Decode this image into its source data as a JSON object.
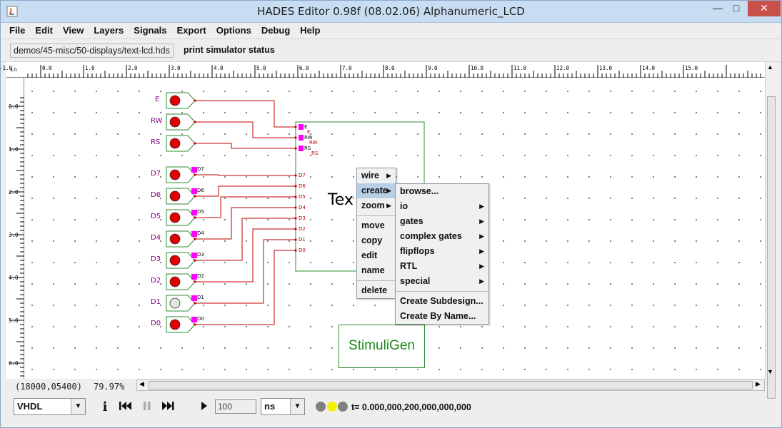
{
  "window": {
    "title": "HADES Editor 0.98f (08.02.06)   Alphanumeric_LCD",
    "min_glyph": "—",
    "max_glyph": "□",
    "close_glyph": "✕"
  },
  "menubar": [
    "File",
    "Edit",
    "View",
    "Layers",
    "Signals",
    "Export",
    "Options",
    "Debug",
    "Help"
  ],
  "pathbar": {
    "path": "demos/45-misc/50-displays/text-lcd.hds",
    "status_label": "print simulator status"
  },
  "ruler": {
    "unit": "in",
    "top_ticks": [
      "-1.0",
      "0.0",
      "1.0",
      "2.0",
      "3.0",
      "4.0",
      "5.0",
      "6.0",
      "7.0",
      "8.0",
      "9.0",
      "10.0",
      "11.0",
      "12.0",
      "13.0",
      "14.0",
      "15.0"
    ],
    "left_ticks": [
      "0.0",
      "1.0",
      "2.0",
      "3.0",
      "4.0",
      "5.0",
      "6.0"
    ]
  },
  "schematic": {
    "inputs": [
      {
        "label": "E",
        "state": "high"
      },
      {
        "label": "RW",
        "state": "high"
      },
      {
        "label": "RS",
        "state": "high"
      },
      {
        "label": "D7",
        "state": "high",
        "tag": "D7"
      },
      {
        "label": "D6",
        "state": "high",
        "tag": "D6"
      },
      {
        "label": "D5",
        "state": "high",
        "tag": "D5"
      },
      {
        "label": "D4",
        "state": "high",
        "tag": "D4"
      },
      {
        "label": "D3",
        "state": "high",
        "tag": "D3"
      },
      {
        "label": "D2",
        "state": "high",
        "tag": "D2"
      },
      {
        "label": "D1",
        "state": "low",
        "tag": "D1"
      },
      {
        "label": "D0",
        "state": "high",
        "tag": "D0"
      }
    ],
    "lcd_pins": [
      "E",
      "RW",
      "RS",
      "D7",
      "D6",
      "D5",
      "D4",
      "D3",
      "D2",
      "D1",
      "D0"
    ],
    "lcd_text": "Tex",
    "stimuli_label": "StimuliGen",
    "colors": {
      "wire": "#c00000",
      "box": "#2e8b2e",
      "led_on": "#e00000",
      "pin": "#ff00ff"
    }
  },
  "context_menu": {
    "items": [
      {
        "label": "wire",
        "has_sub": true
      },
      {
        "label": "create",
        "has_sub": true,
        "selected": true
      },
      {
        "label": "zoom",
        "has_sub": true
      },
      {
        "label": "move"
      },
      {
        "label": "copy"
      },
      {
        "label": "edit"
      },
      {
        "label": "name"
      },
      {
        "label": "delete"
      }
    ],
    "submenu": [
      {
        "label": "browse..."
      },
      {
        "label": "io",
        "has_sub": true
      },
      {
        "label": "gates",
        "has_sub": true
      },
      {
        "label": "complex gates",
        "has_sub": true
      },
      {
        "label": "flipflops",
        "has_sub": true
      },
      {
        "label": "RTL",
        "has_sub": true
      },
      {
        "label": "special",
        "has_sub": true
      },
      {
        "label": "Create Subdesign..."
      },
      {
        "label": "Create By Name..."
      }
    ]
  },
  "statusrow": {
    "coords": "(18000,05400)",
    "zoom": "79.97%"
  },
  "toolbar": {
    "lang": "VHDL",
    "step_value": "100",
    "unit": "ns",
    "time": "t= 0.000,000,200,000,000,000",
    "leds": [
      "#808080",
      "#f2f200",
      "#808080"
    ]
  }
}
